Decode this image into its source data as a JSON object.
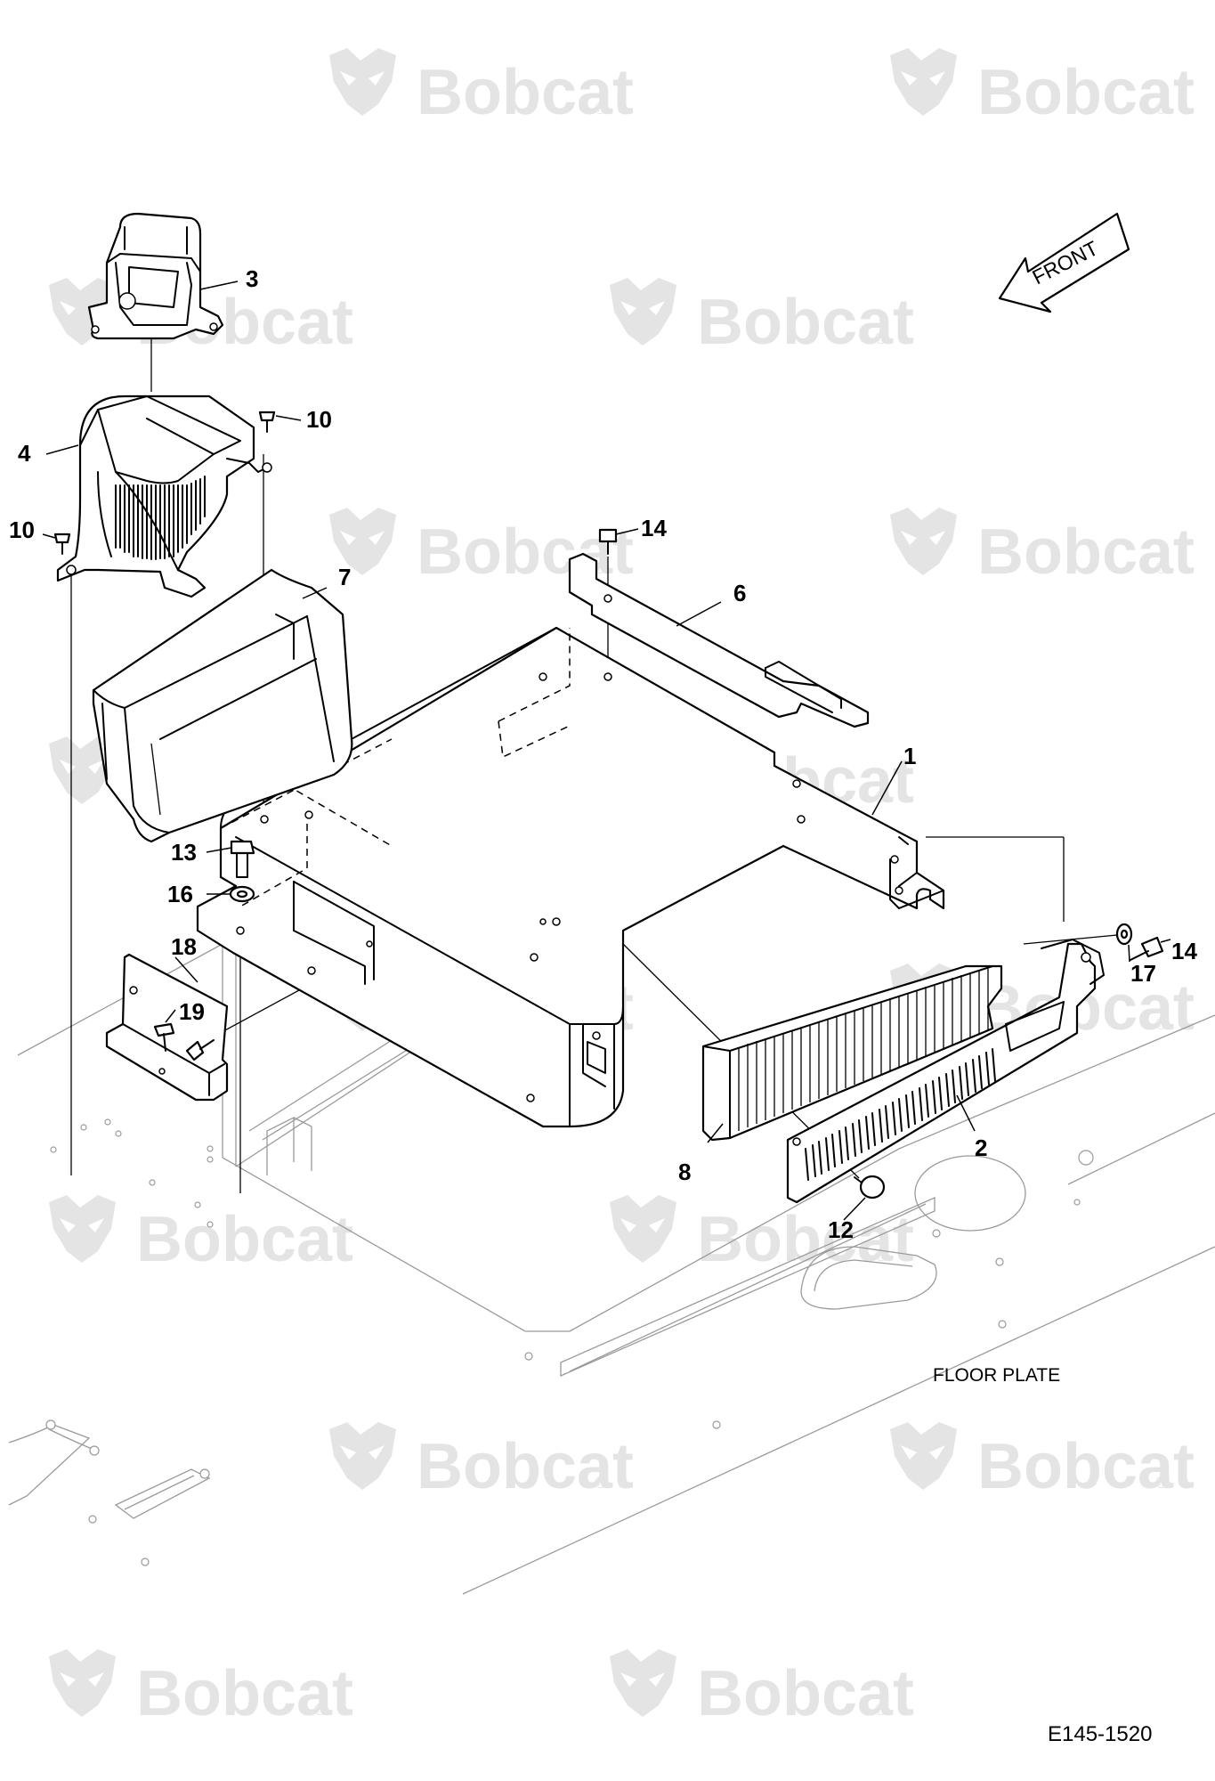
{
  "watermark": {
    "brand_text": "Bobcat",
    "registered_mark": "®"
  },
  "direction_indicator": {
    "label": "FRONT"
  },
  "callouts": [
    {
      "id": "c1",
      "number": "1"
    },
    {
      "id": "c2",
      "number": "2"
    },
    {
      "id": "c3",
      "number": "3"
    },
    {
      "id": "c4",
      "number": "4"
    },
    {
      "id": "c6",
      "number": "6"
    },
    {
      "id": "c7",
      "number": "7"
    },
    {
      "id": "c8",
      "number": "8"
    },
    {
      "id": "c10a",
      "number": "10"
    },
    {
      "id": "c10b",
      "number": "10"
    },
    {
      "id": "c12",
      "number": "12"
    },
    {
      "id": "c13",
      "number": "13"
    },
    {
      "id": "c14a",
      "number": "14"
    },
    {
      "id": "c14b",
      "number": "14"
    },
    {
      "id": "c16",
      "number": "16"
    },
    {
      "id": "c17",
      "number": "17"
    },
    {
      "id": "c18",
      "number": "18"
    },
    {
      "id": "c19",
      "number": "19"
    }
  ],
  "labels": {
    "floor_plate": "FLOOR PLATE"
  },
  "drawing_code": "E145-1520"
}
